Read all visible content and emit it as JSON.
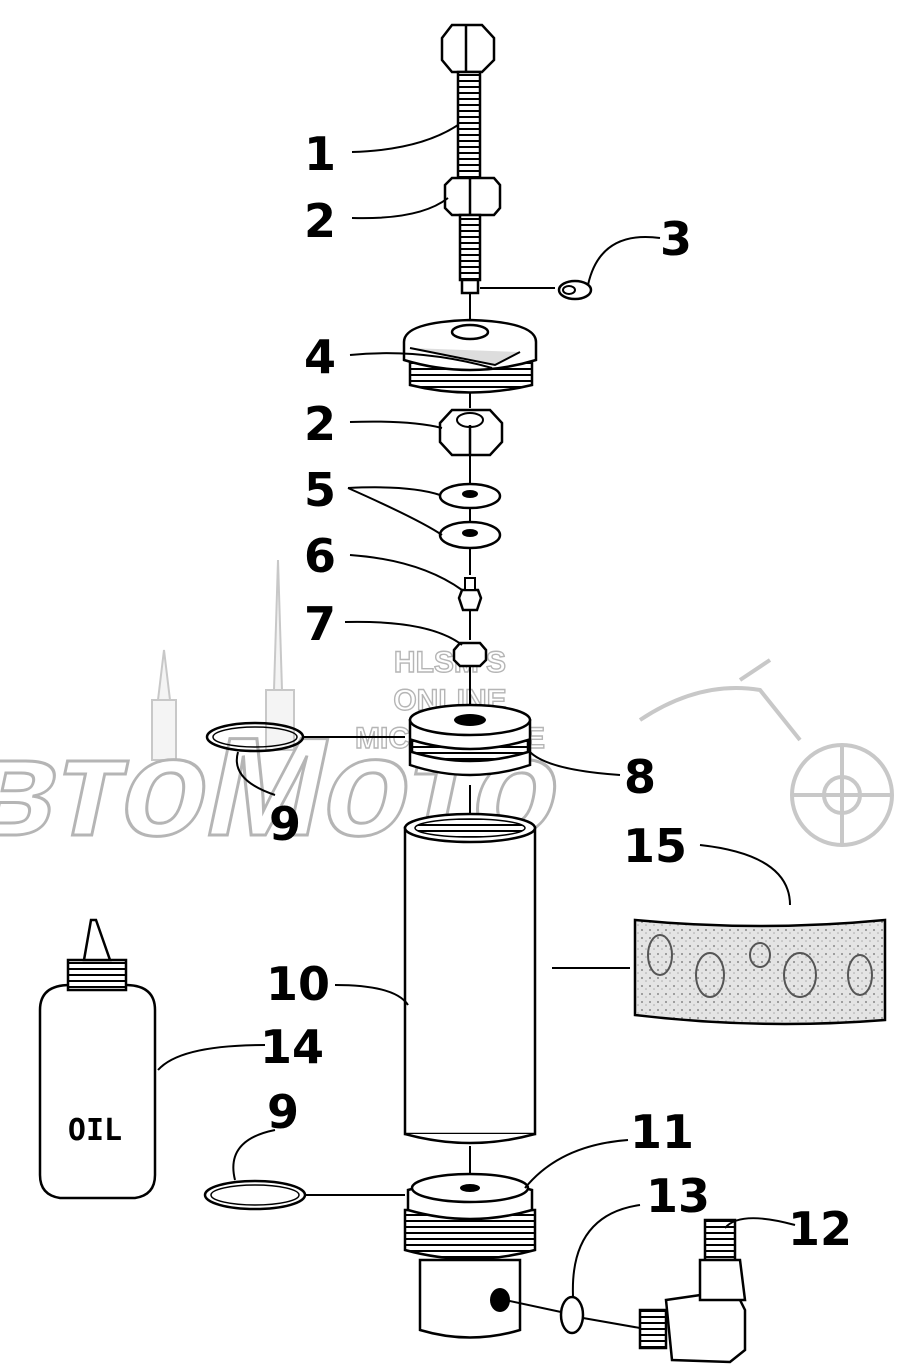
{
  "watermark": {
    "lines": [
      "HLSM'S",
      "ONLINE",
      "MICROFICHE"
    ],
    "brand": "АвтоМото"
  },
  "bottle_label": "OIL",
  "callouts": [
    "1",
    "2",
    "3",
    "4",
    "2",
    "5",
    "6",
    "7",
    "8",
    "9",
    "15",
    "10",
    "14",
    "9",
    "11",
    "13",
    "12"
  ],
  "colors": {
    "line": "#000000",
    "watermark": "#c8c8c8",
    "background": "#ffffff"
  }
}
